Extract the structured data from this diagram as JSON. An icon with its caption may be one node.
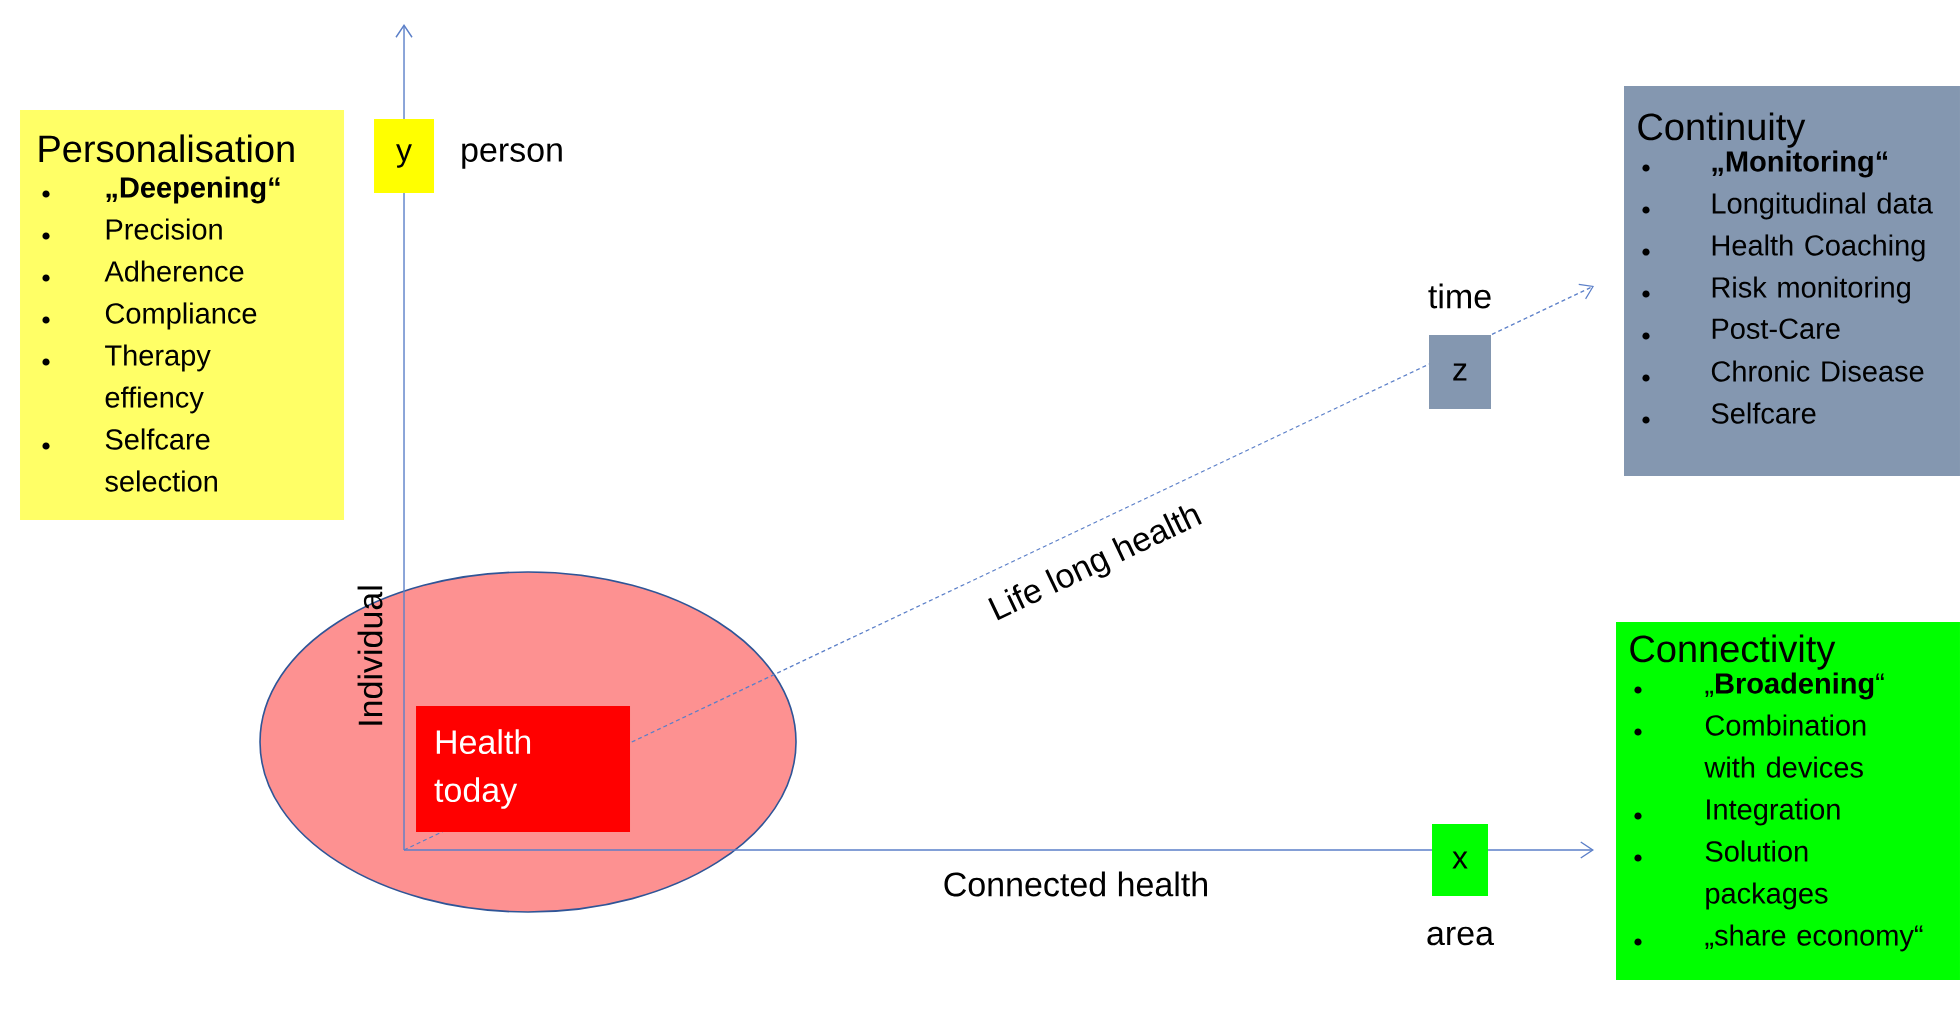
{
  "diagram": {
    "nodes": [
      {
        "text": [
          "Personalisation",
          "„Deepening“",
          "Precision",
          "Adherence",
          "Compliance",
          "Therapy effiency",
          "Selfcare selection"
        ]
      },
      {
        "text": [
          "y"
        ],
        "beside": [
          "person"
        ]
      },
      {
        "text": [
          "Continuity",
          "„Monitoring“",
          "Longitudinal data",
          "Health Coaching",
          "Risk monitoring",
          "Post-Care",
          "Chronic Disease",
          "Selfcare"
        ]
      },
      {
        "text": [
          "z"
        ],
        "beside": [
          "time"
        ]
      },
      {
        "text": [],
        "shape": "ellipse"
      },
      {
        "text": [
          "Health today"
        ],
        "in": 4
      },
      {
        "text": [
          "x"
        ],
        "beside": [
          "area"
        ]
      },
      {
        "text": [
          "Connectivity",
          "„**Broadening**“",
          "Combination with devices",
          "Integration",
          "Solution packages",
          "„share economy“"
        ]
      }
    ],
    "labels": [
      "Individual",
      "Life long health",
      "Connected health"
    ]
  }
}
